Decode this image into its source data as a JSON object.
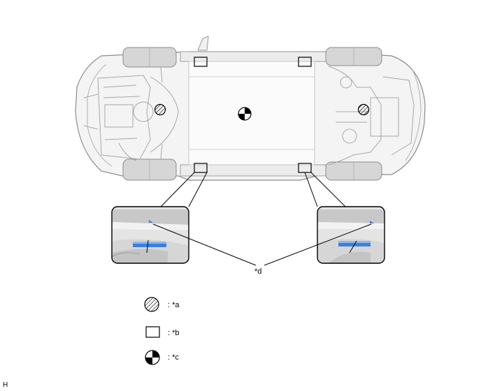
{
  "callouts": {
    "d": "*d"
  },
  "legend": [
    {
      "symbol": "hatched-circle",
      "text": ": *a"
    },
    {
      "symbol": "open-rectangle",
      "text": ": *b"
    },
    {
      "symbol": "quartered-circle",
      "text": ": *c"
    }
  ],
  "corner_code": "H",
  "colors": {
    "line": "#000000",
    "body_fill": "#f4f4f4",
    "body_stroke": "#8c8c8c",
    "detail_stroke": "#b0b0b0",
    "tire_fill": "#d6d6d6",
    "accent_blue": "#3d7fd9"
  }
}
